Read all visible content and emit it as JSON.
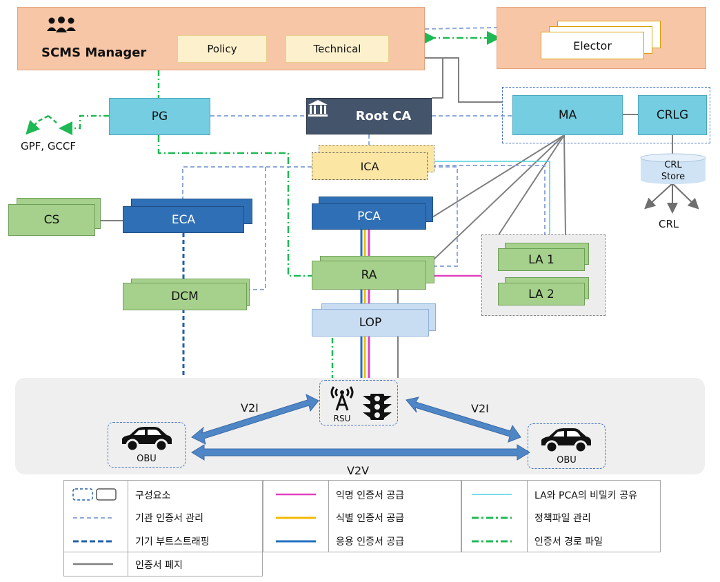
{
  "manager": {
    "title": "SCMS Manager",
    "policy": "Policy",
    "technical": "Technical"
  },
  "elector": "Elector",
  "pg": "PG",
  "gpf": "GPF, GCCF",
  "rootca": "Root CA",
  "ma": "MA",
  "crlg": "CRLG",
  "crlstore": "CRL\nStore",
  "crl": "CRL",
  "ica": "ICA",
  "pca": "PCA",
  "eca": "ECA",
  "cs": "CS",
  "dcm": "DCM",
  "ra": "RA",
  "lop": "LOP",
  "la1": "LA 1",
  "la2": "LA 2",
  "rsu": "RSU",
  "obu_left": "OBU",
  "obu_right": "OBU",
  "v2i_left": "V2I",
  "v2i_right": "V2I",
  "v2v": "V2V",
  "colors": {
    "pink": "#e040c0",
    "yellow": "#f5b800",
    "blue": "#1f6fc0",
    "cyan": "#4dd0e1",
    "green": "#1db954",
    "lightdash": "#8eaadb",
    "darkdash": "#1f5fa8",
    "gray": "#7f7f7f"
  },
  "legend": [
    {
      "label": "구성요소",
      "icon": "component-icon"
    },
    {
      "label": "기관 인증서 관리",
      "icon": "light-blue-dashed-line-icon"
    },
    {
      "label": "기기 부트스트래핑",
      "icon": "dark-blue-dashed-line-icon"
    },
    {
      "label": "인증서 폐지",
      "icon": "gray-line-icon"
    },
    {
      "label": "익명 인증서 공급",
      "icon": "pink-line-icon"
    },
    {
      "label": "식별 인증서 공급",
      "icon": "yellow-line-icon"
    },
    {
      "label": "응용 인증서 공급",
      "icon": "blue-line-icon"
    },
    {
      "label": "LA와 PCA의 비밀키 공유",
      "icon": "cyan-line-icon"
    },
    {
      "label": "정책파일 관리",
      "icon": "green-dash-dot-line-icon"
    },
    {
      "label": "인증서 경로 파일",
      "icon": "green-dash-dot-line-icon"
    }
  ]
}
